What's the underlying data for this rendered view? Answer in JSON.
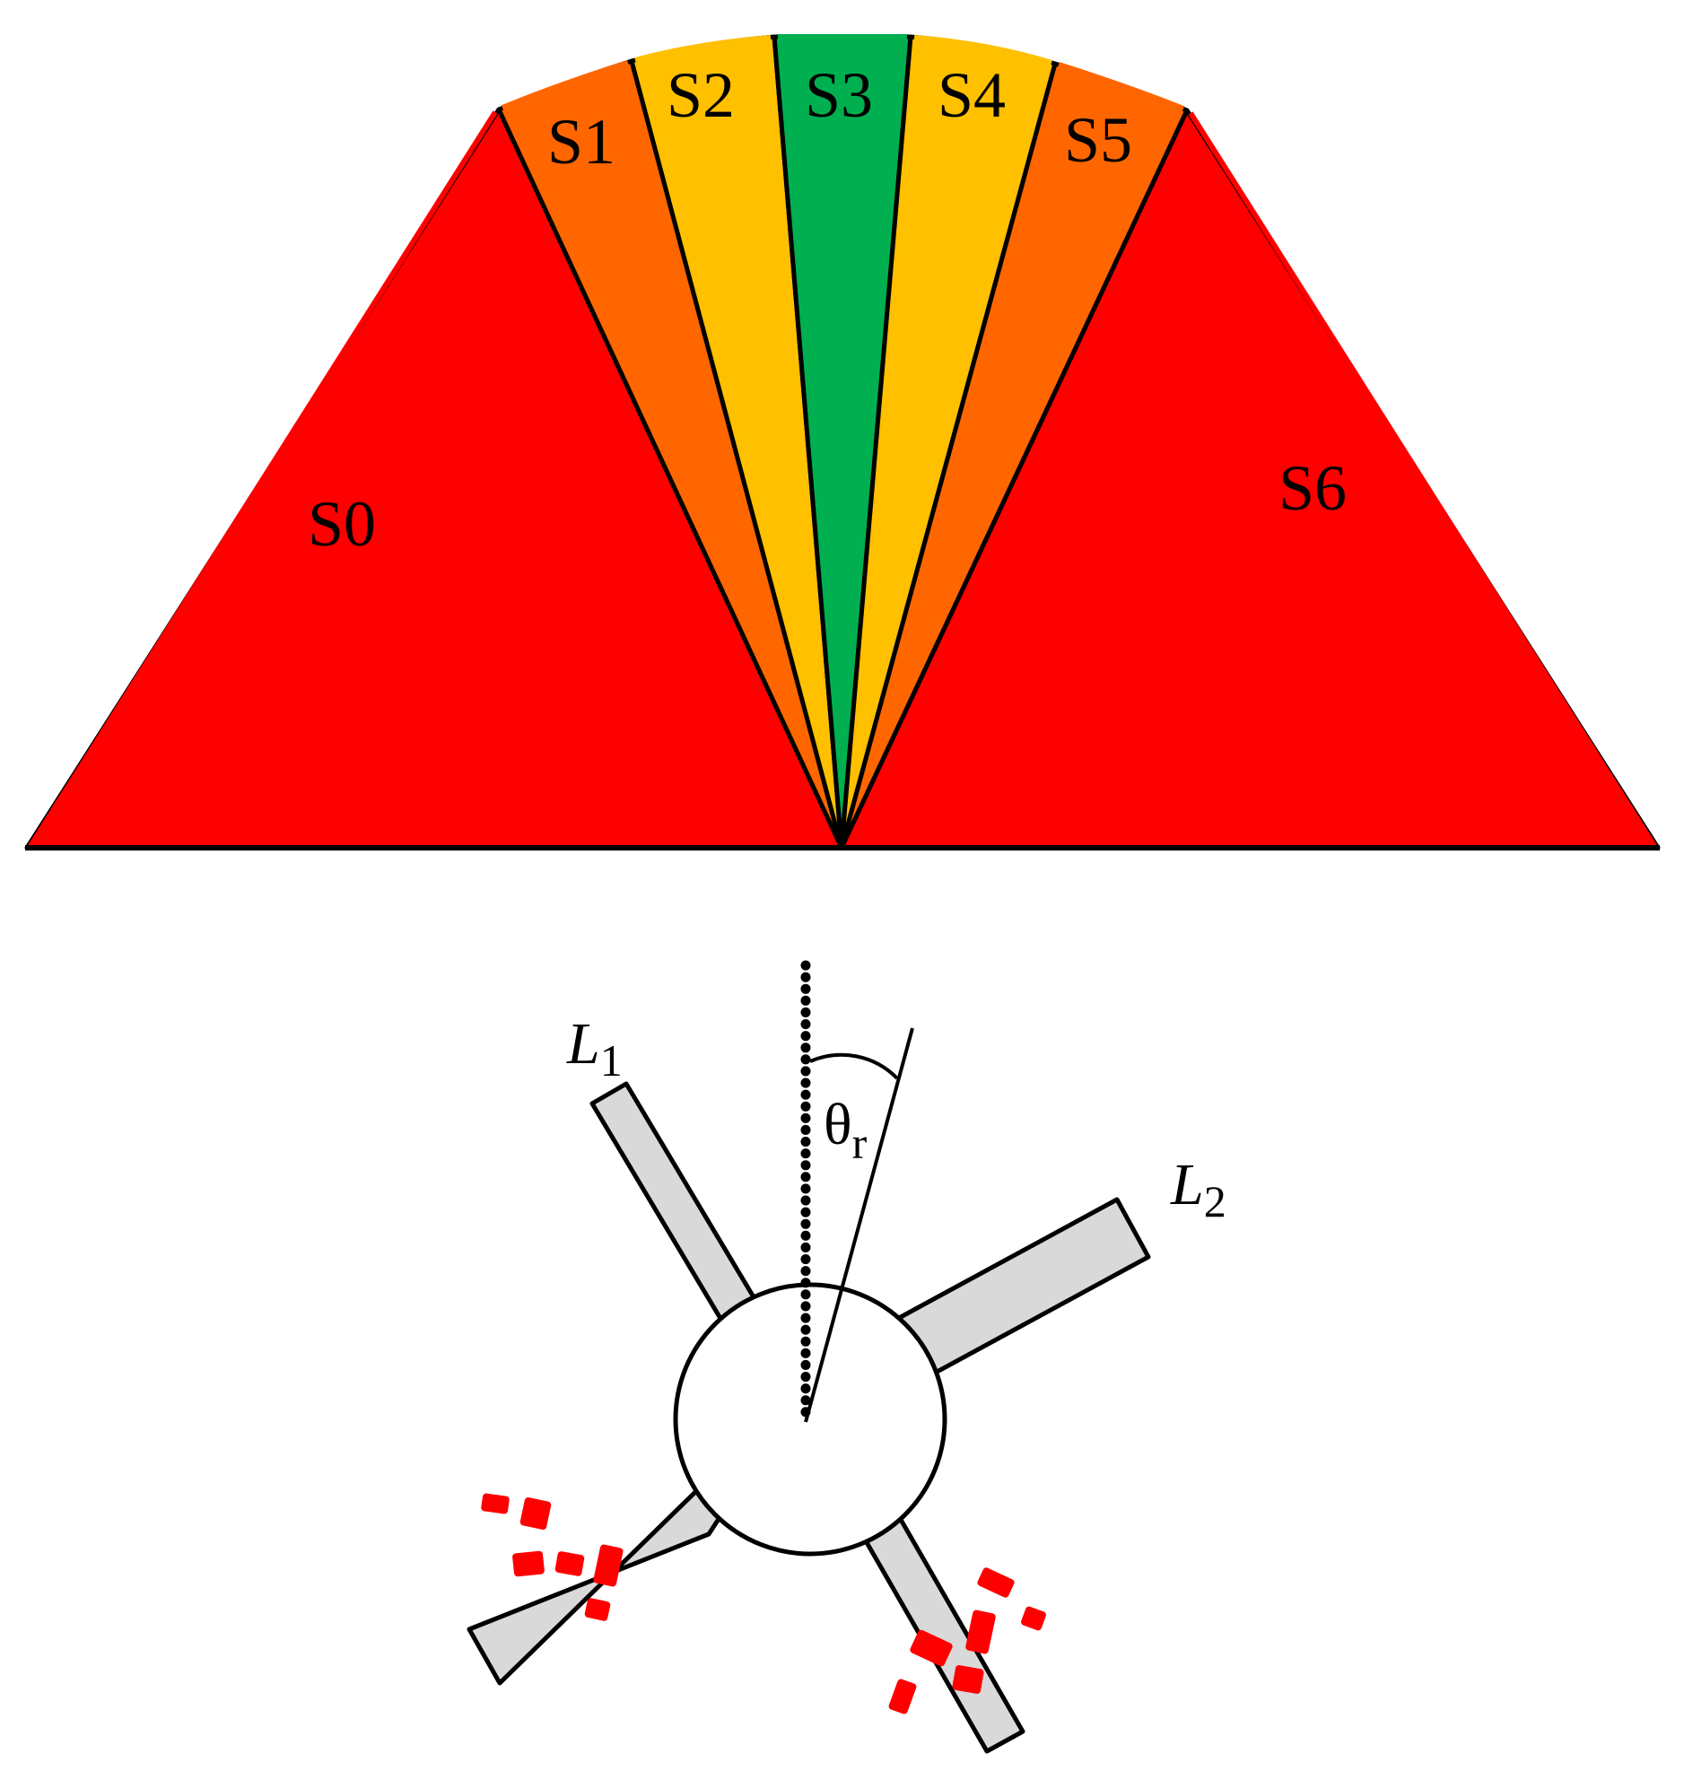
{
  "sectors": [
    {
      "id": "s0",
      "label": "S0",
      "color": "#FF0000"
    },
    {
      "id": "s1",
      "label": "S1",
      "color": "#FF6600"
    },
    {
      "id": "s2",
      "label": "S2",
      "color": "#FFC000"
    },
    {
      "id": "s3",
      "label": "S3",
      "color": "#00B050"
    },
    {
      "id": "s4",
      "label": "S4",
      "color": "#FFC000"
    },
    {
      "id": "s5",
      "label": "S5",
      "color": "#FF6600"
    },
    {
      "id": "s6",
      "label": "S6",
      "color": "#FF0000"
    }
  ],
  "robot": {
    "angle_symbol": "θ",
    "angle_subscript": "r",
    "legs": [
      {
        "letter": "L",
        "subscript": "1"
      },
      {
        "letter": "L",
        "subscript": "2"
      }
    ],
    "leg_color": "#D9D9D9",
    "body_color": "#FFFFFF",
    "debris_color": "#FF0000"
  }
}
